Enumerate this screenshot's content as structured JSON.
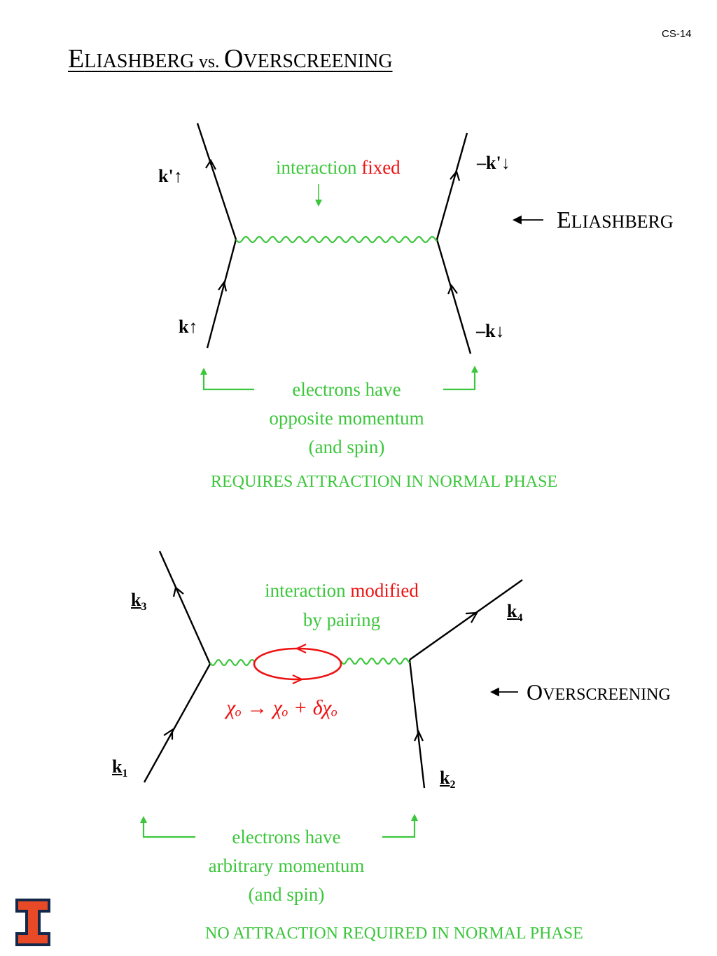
{
  "slide_number": "CS-14",
  "title": {
    "part1_initial": "E",
    "part1_rest": "LIASHBERG",
    "middle": " vs. ",
    "part2_initial": "O",
    "part2_rest": "VERSCREENING"
  },
  "eliashberg": {
    "label_initial": "E",
    "label_rest": "LIASHBERG",
    "interaction_prefix": "interaction",
    "interaction_highlight": "fixed",
    "k_prime_up": "k'",
    "minus_k_prime_down": "–k'",
    "k_up": "k",
    "minus_k_down": "–k",
    "note_line1": "electrons have",
    "note_line2": "opposite momentum",
    "note_line3": "(and spin)",
    "requirement": "REQUIRES ATTRACTION IN NORMAL PHASE"
  },
  "overscreening": {
    "label_initial": "O",
    "label_rest": "VERSCREENING",
    "interaction_prefix": "interaction",
    "interaction_highlight": "modified",
    "interaction_line2": "by pairing",
    "k1": "k",
    "k1_sub": "1",
    "k2": "k",
    "k2_sub": "2",
    "k3": "k",
    "k3_sub": "3",
    "k4": "k",
    "k4_sub": "4",
    "formula": "χₒ → χₒ + δχₒ",
    "note_line1": "electrons have",
    "note_line2": "arbitrary momentum",
    "note_line3": "(and spin)",
    "requirement": "NO ATTRACTION REQUIRED IN NORMAL PHASE"
  },
  "colors": {
    "text_green": "#3cc63c",
    "highlight_red": "#ee1111",
    "logo_orange": "#e84a27",
    "logo_blue": "#13294b"
  },
  "icons": [
    "up-arrow-icon",
    "down-arrow-icon",
    "left-arrow-icon",
    "illinois-logo-icon"
  ]
}
